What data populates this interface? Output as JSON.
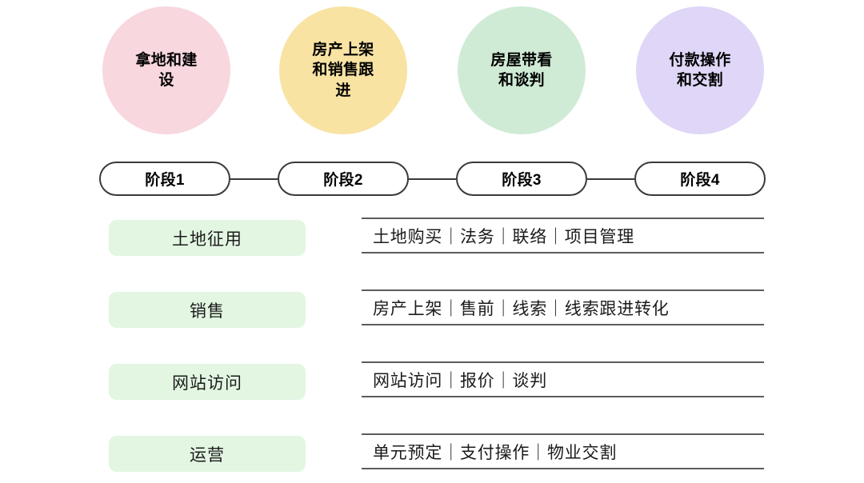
{
  "colors": {
    "circle_pink": "#f8d7df",
    "circle_yellow": "#f8e3a3",
    "circle_green": "#cfebd5",
    "circle_purple": "#e0d6f7",
    "chip_green": "#e2f6e2",
    "outline": "#3a3a3a",
    "rule": "#5c5c5c",
    "background": "#ffffff",
    "text": "#111111"
  },
  "circles": [
    {
      "label": "拿地和建\n设",
      "color": "#f8d7df",
      "name": "phase-circle-1"
    },
    {
      "label": "房产上架\n和销售跟\n进",
      "color": "#f8e3a3",
      "name": "phase-circle-2"
    },
    {
      "label": "房屋带看\n和谈判",
      "color": "#cfebd5",
      "name": "phase-circle-3"
    },
    {
      "label": "付款操作\n和交割",
      "color": "#e0d6f7",
      "name": "phase-circle-4"
    }
  ],
  "stages": [
    {
      "label": "阶段1"
    },
    {
      "label": "阶段2"
    },
    {
      "label": "阶段3"
    },
    {
      "label": "阶段4"
    }
  ],
  "rows": [
    {
      "chip": "土地征用",
      "detail": "土地购买｜法务｜联络｜项目管理"
    },
    {
      "chip": "销售",
      "detail": "房产上架｜售前｜线索｜线索跟进转化"
    },
    {
      "chip": "网站访问",
      "detail": "网站访问｜报价｜谈判"
    },
    {
      "chip": "运营",
      "detail": "单元预定｜支付操作｜物业交割"
    }
  ]
}
